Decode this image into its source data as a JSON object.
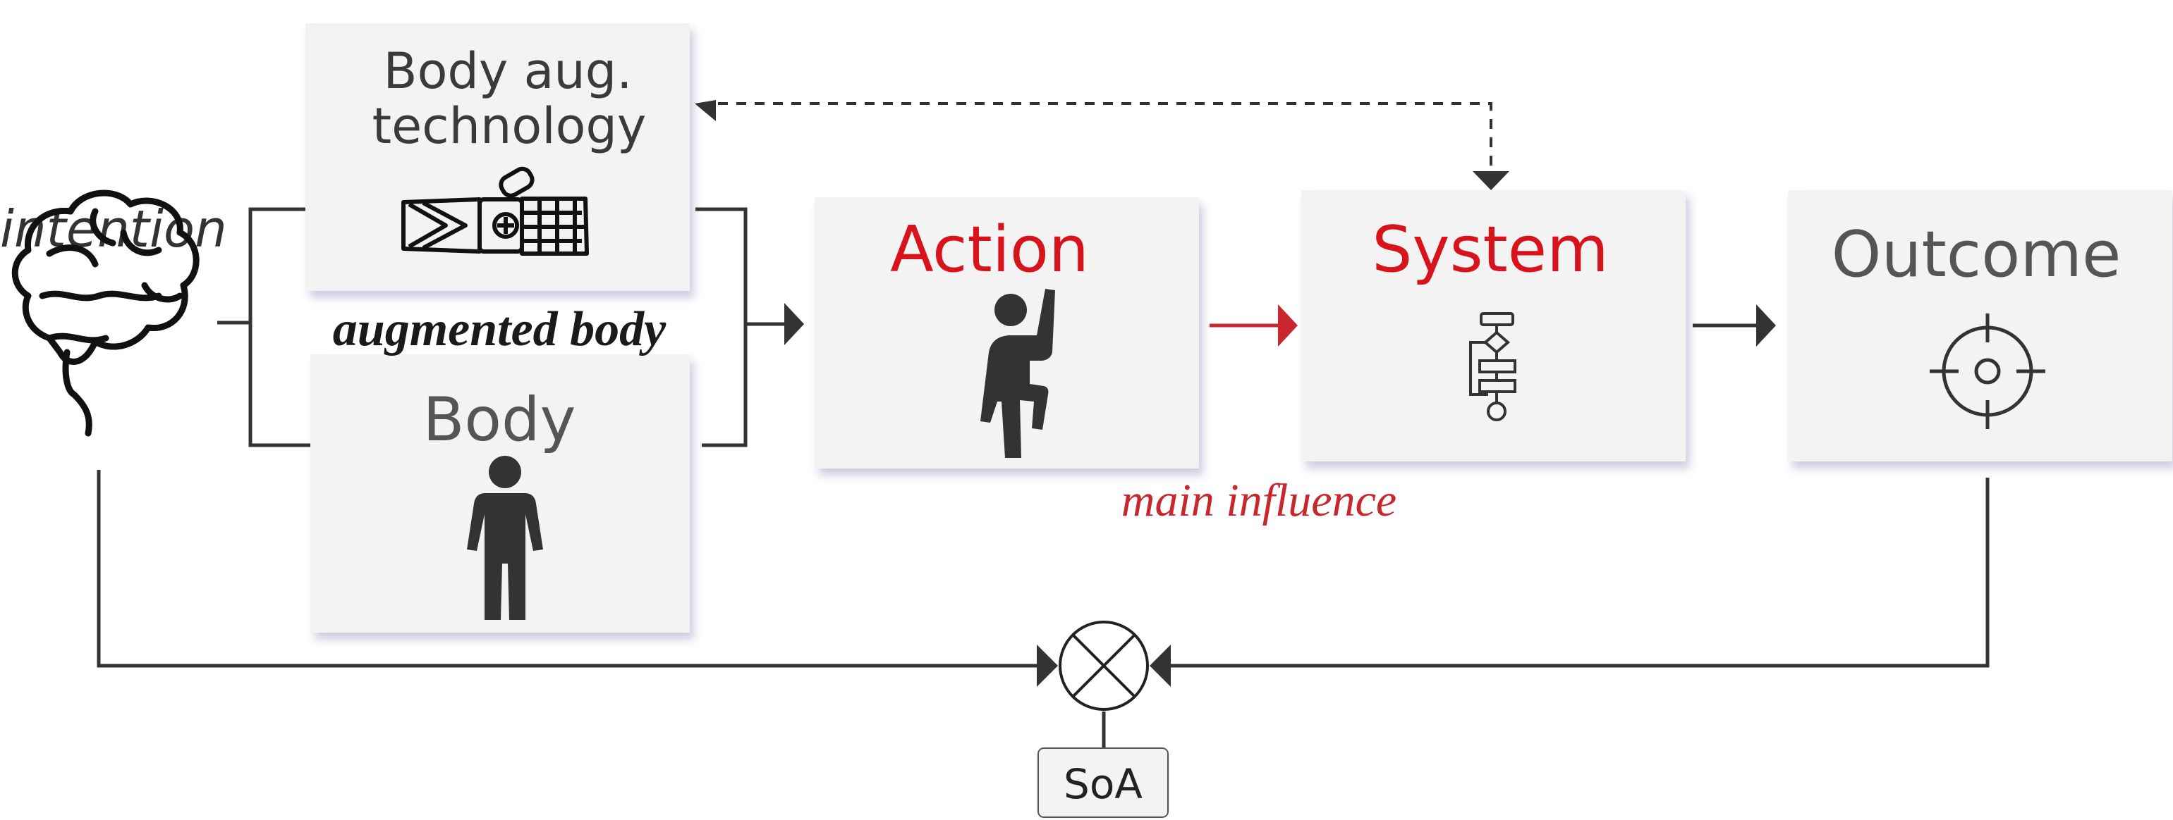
{
  "labels": {
    "intention": "intention",
    "body_aug_line1": "Body aug.",
    "body_aug_line2": "technology",
    "augmented_body": "augmented body",
    "body": "Body",
    "action": "Action",
    "system": "System",
    "outcome": "Outcome",
    "main_influence": "main influence",
    "soa": "SoA"
  },
  "icons": {
    "intention": "brain-icon",
    "body_aug": "robotic-hand-icon",
    "body": "standing-person-icon",
    "action": "raising-arm-person-icon",
    "system": "flowchart-icon",
    "outcome": "target-crosshair-icon",
    "comparator": "comparator-cross-circle-icon"
  },
  "colors": {
    "accent_red": "#d7141c",
    "text_dark": "#3a3a3a",
    "box_fill": "#f3f3f3",
    "box_shadow": "#dcdcee",
    "line": "#333333",
    "red_arrow": "#c8282d"
  }
}
